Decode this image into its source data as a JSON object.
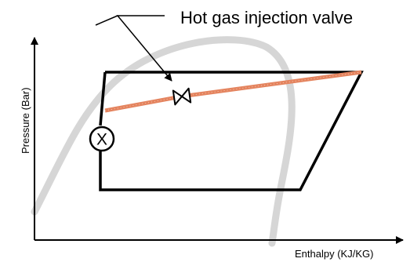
{
  "diagram": {
    "callout_label": "Hot gas injection valve",
    "y_axis_label": "Pressure (Bar)",
    "x_axis_label": "Enthalpy (KJ/KG)",
    "expansion_valve_symbol": "X",
    "colors": {
      "cycle": "#000000",
      "saturation_dome": "#d3d3d3",
      "hot_gas_line": "#e4845f",
      "axis": "#000000"
    }
  }
}
